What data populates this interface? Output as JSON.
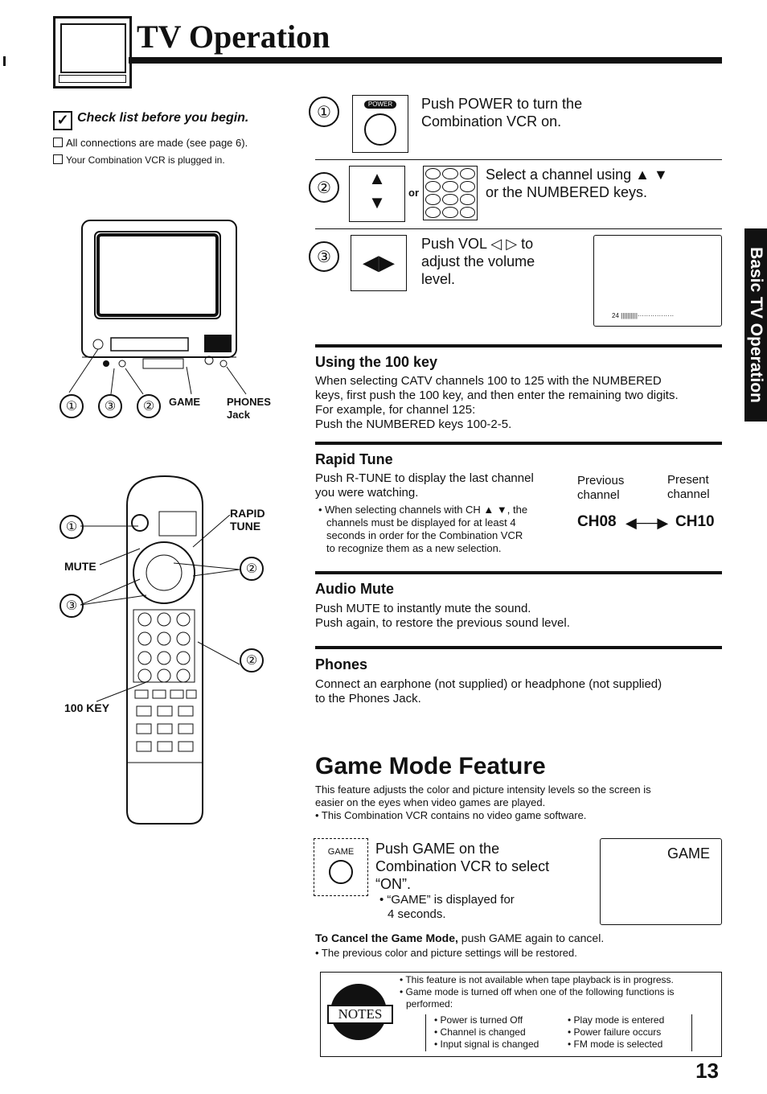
{
  "header": {
    "title": "TV Operation"
  },
  "checklist": {
    "heading": "Check list before you begin.",
    "items": [
      "All connections are made (see page 6).",
      "Your Combination VCR is plugged in."
    ]
  },
  "tv_labels": {
    "n1": "①",
    "n3": "③",
    "n2": "②",
    "game": "GAME",
    "phones": "PHONES",
    "jack": "Jack"
  },
  "remote_labels": {
    "rapid": "RAPID",
    "tune": "TUNE",
    "mute": "MUTE",
    "key100": "100 KEY",
    "n1": "①",
    "n2a": "②",
    "n3": "③",
    "n2b": "②"
  },
  "steps": [
    {
      "num": "①",
      "icon_label": "POWER",
      "line1": "Push POWER to turn the",
      "line2": "Combination VCR on."
    },
    {
      "num": "②",
      "or": "or",
      "line1": "Select a channel using ▲ ▼",
      "line2": "or the NUMBERED keys."
    },
    {
      "num": "③",
      "line1": "Push VOL ◁ ▷ to",
      "line2": "adjust the volume",
      "line3": "level.",
      "screen_text": "24 ||||||||||·················"
    }
  ],
  "sidetab": "Basic TV Operation",
  "sections": {
    "key100": {
      "heading": "Using the 100 key",
      "lines": [
        "When selecting CATV channels 100 to 125 with the NUMBERED",
        "keys, first push the 100 key, and then enter the remaining two digits.",
        "For example, for channel 125:",
        "Push the NUMBERED keys 100-2-5."
      ]
    },
    "rapid": {
      "heading": "Rapid Tune",
      "line1": "Push R-TUNE to display the last channel",
      "line2": "you were watching.",
      "bullet": [
        "• When selecting channels with CH ▲ ▼, the",
        "channels must be displayed for at least 4",
        "seconds in order for the Combination VCR",
        "to recognize them as a new selection."
      ],
      "prev_label": [
        "Previous",
        "channel"
      ],
      "pres_label": [
        "Present",
        "channel"
      ],
      "ch_prev": "CH08",
      "ch_pres": "CH10"
    },
    "mute": {
      "heading": "Audio Mute",
      "lines": [
        "Push MUTE to instantly mute the sound.",
        "Push again, to restore the previous sound level."
      ]
    },
    "phones": {
      "heading": "Phones",
      "lines": [
        "Connect an earphone (not supplied) or headphone (not supplied)",
        "to the Phones Jack."
      ]
    }
  },
  "game": {
    "title": "Game Mode Feature",
    "intro": [
      "This feature adjusts the color and picture intensity levels so the screen is",
      "easier on the eyes when video games are played.",
      "• This Combination VCR contains no video game software."
    ],
    "button_label": "GAME",
    "step": [
      "Push GAME on the",
      "Combination VCR to select",
      "“ON”."
    ],
    "sub": [
      "• “GAME” is displayed for",
      "4 seconds."
    ],
    "screen_text": "GAME",
    "cancel_bold": "To Cancel the Game Mode,",
    "cancel_rest": " push GAME again to cancel.",
    "restore": "• The previous color and picture settings will be restored."
  },
  "notes": {
    "label": "NOTES",
    "line1": "• This feature is not available when tape playback is in progress.",
    "line2": "• Game mode is turned off when one of the following functions is",
    "line3": "performed:",
    "col1": [
      "• Power is turned Off",
      "• Channel is changed",
      "• Input signal is changed"
    ],
    "col2": [
      "• Play mode is entered",
      "• Power failure occurs",
      "• FM mode is selected"
    ]
  },
  "page_number": "13"
}
